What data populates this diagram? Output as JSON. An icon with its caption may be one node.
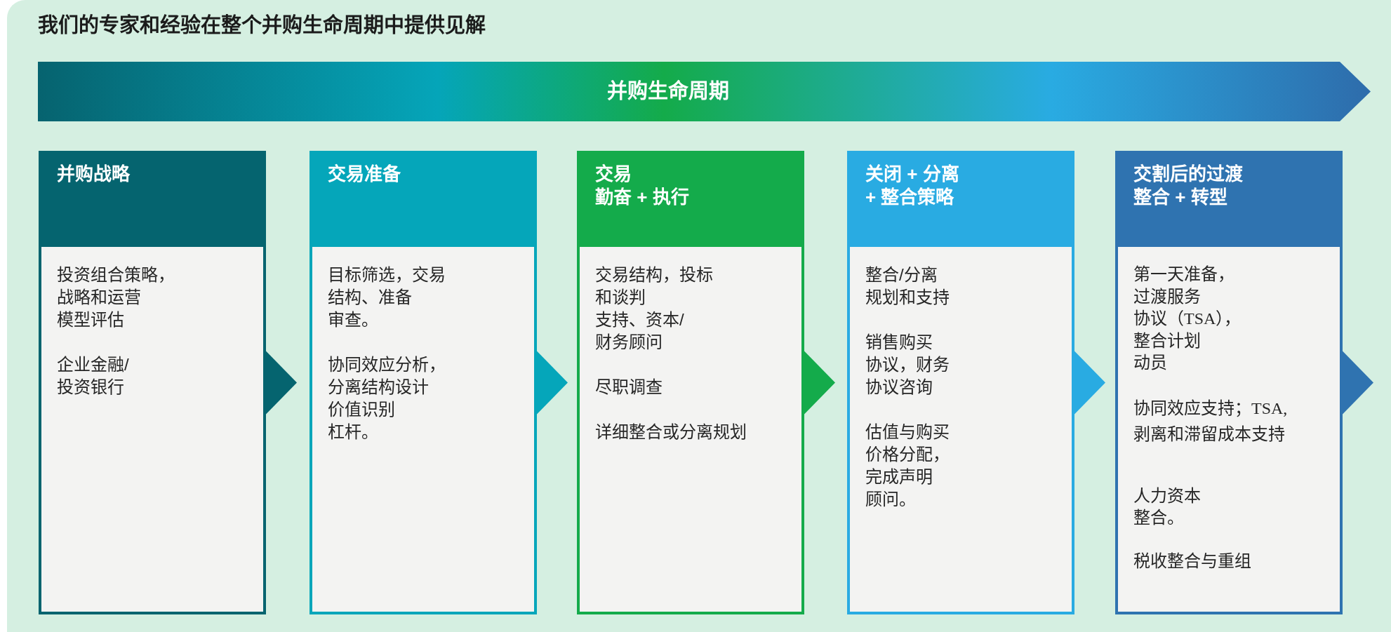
{
  "diagram": {
    "title": "我们的专家和经验在整个并购生命周期中提供见解",
    "nodes": [
      {
        "text": [
          "并购生命周期"
        ]
      },
      {
        "text": [
          "并购战略",
          "投资组合策略，战略和运营模型评估",
          "企业金融/投资银行"
        ]
      },
      {
        "text": [
          "交易准备",
          "目标筛选，交易结构、准备审查。",
          "协同效应分析，分离结构设计价值识别杠杆。"
        ]
      },
      {
        "text": [
          "交易勤奋 + 执行",
          "交易结构，投标和谈判支持、资本/财务顾问",
          "尽职调查",
          "详细整合或分离规划"
        ]
      },
      {
        "text": [
          "关闭 + 分离 + 整合策略",
          "整合/分离规划和支持",
          "销售购买协议，财务协议咨询",
          "估值与购买价格分配，完成声明顾问。"
        ]
      },
      {
        "text": [
          "交割后的过渡整合 + 转型",
          "第一天准备，过渡服务协议（TSA），整合计划动员",
          "协同效应支持；TSA,剥离和滞留成本支持",
          "人力资本整合。",
          "税收整合与重组"
        ]
      }
    ],
    "edges": [
      {
        "from": 1,
        "to": 2,
        "arrow": "to"
      },
      {
        "from": 2,
        "to": 3,
        "arrow": "to"
      },
      {
        "from": 3,
        "to": 4,
        "arrow": "to"
      },
      {
        "from": 4,
        "to": 5,
        "arrow": "to"
      },
      {
        "from": 5,
        "to": null,
        "arrow": "to"
      }
    ]
  }
}
